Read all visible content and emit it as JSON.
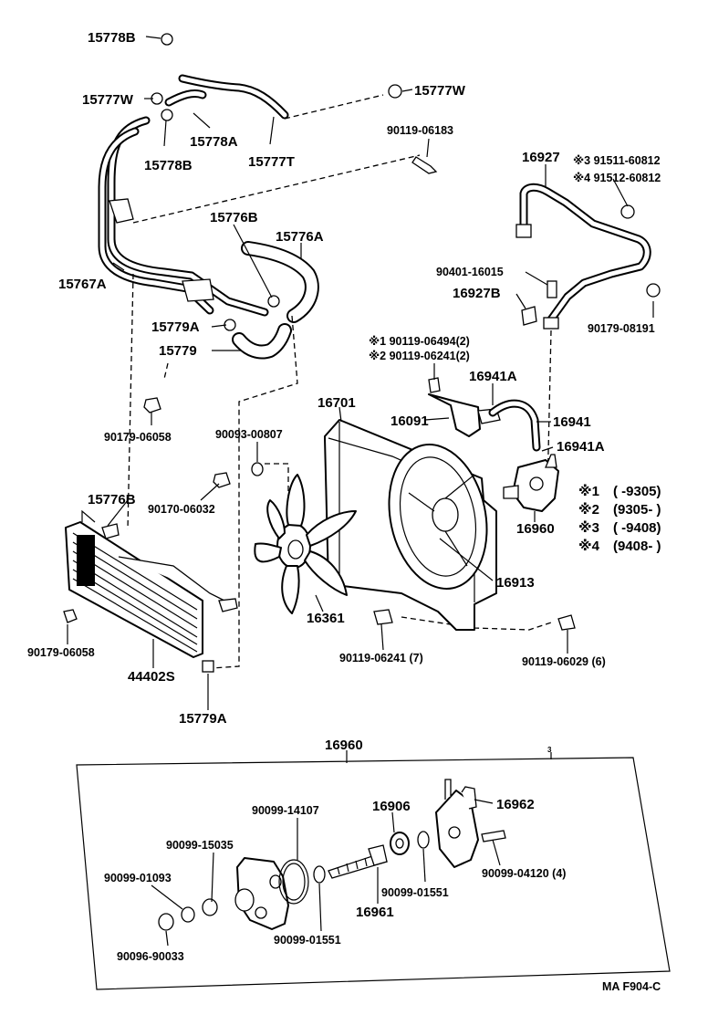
{
  "labels": {
    "p15778b_top": "15778B",
    "p15777w_left": "15777W",
    "p15777w_right": "15777W",
    "p15778a": "15778A",
    "p15778b_mid": "15778B",
    "p15777t": "15777T",
    "p90119_06183": "90119-06183",
    "p16927": "16927",
    "p91511": "※3 91511-60812",
    "p91512": "※4 91512-60812",
    "p15776b_top": "15776B",
    "p15776a": "15776A",
    "p15767a": "15767A",
    "p90401": "90401-16015",
    "p16927b": "16927B",
    "p90179_08191": "90179-08191",
    "p15779a_top": "15779A",
    "p15779": "15779",
    "p90119_06494": "※1 90119-06494(2)",
    "p90119_06241_2": "※2 90119-06241(2)",
    "p16941a_top": "16941A",
    "p16701": "16701",
    "p16091": "16091",
    "p16941": "16941",
    "p90179_06058_top": "90179-06058",
    "p90093": "90093-00807",
    "p16941a_bot": "16941A",
    "p15776b_mid": "15776B",
    "p90170": "90170-06032",
    "p16960_side": "16960",
    "p16913": "16913",
    "p90179_06058_bot": "90179-06058",
    "p16361": "16361",
    "p44402s": "44402S",
    "p90119_06241_7": "90119-06241 (7)",
    "p90119_06029": "90119-06029 (6)",
    "p15779a_bot": "15779A",
    "p16960_box": "16960",
    "p90099_14107": "90099-14107",
    "p16906": "16906",
    "p16962": "16962",
    "p90099_15035": "90099-15035",
    "p90099_01093": "90099-01093",
    "p90099_04120": "90099-04120 (4)",
    "p90099_01551_right": "90099-01551",
    "p16961": "16961",
    "p90096": "90096-90033",
    "p90099_01551_bot": "90099-01551",
    "box_mark": "3",
    "footer_code": "MA F904-C"
  },
  "legend": [
    {
      "mark": "※1",
      "range": "(        -9305)"
    },
    {
      "mark": "※2",
      "range": "(9305-        )"
    },
    {
      "mark": "※3",
      "range": "(        -9408)"
    },
    {
      "mark": "※4",
      "range": "(9408-        )"
    }
  ]
}
